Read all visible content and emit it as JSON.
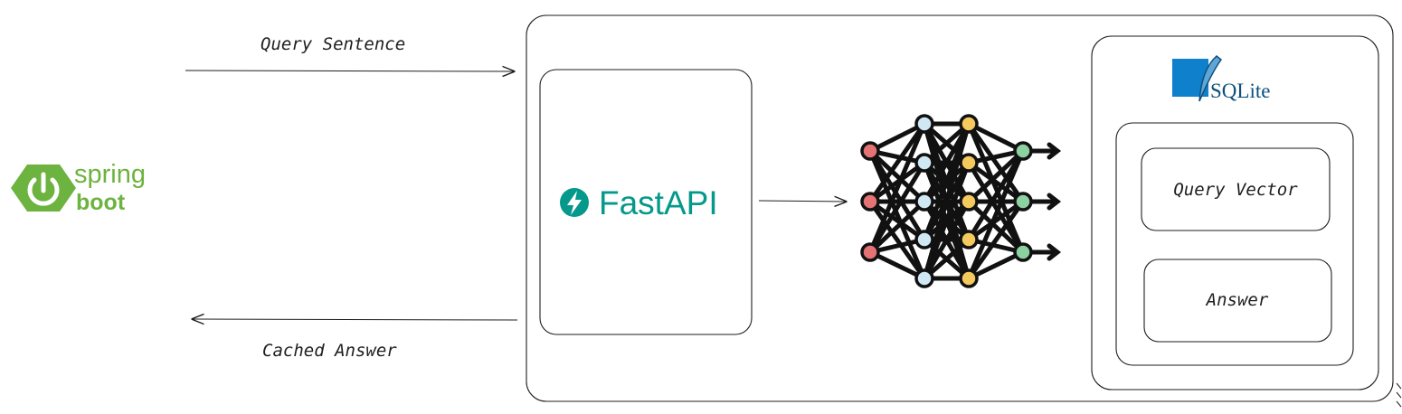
{
  "arrows": {
    "top_label": "Query Sentence",
    "bottom_label": "Cached Answer"
  },
  "logos": {
    "spring_line1": "spring",
    "spring_line2": "boot",
    "fastapi_text": "FastAPI",
    "sqlite_text": "SQLite"
  },
  "storage": {
    "field1": "Query Vector",
    "field2": "Answer"
  },
  "colors": {
    "spring_green": "#6db33f",
    "fastapi_teal": "#05998b",
    "sqlite_blue": "#0f80cc",
    "node_red": "#e57373",
    "node_blue": "#cfe8f3",
    "node_yellow": "#f4c95d",
    "node_green": "#8ed1a0"
  },
  "icons": {
    "spring": "spring-boot-power-icon",
    "fastapi": "lightning-bolt-icon",
    "network": "neural-network-icon",
    "sqlite": "feather-quill-icon"
  }
}
